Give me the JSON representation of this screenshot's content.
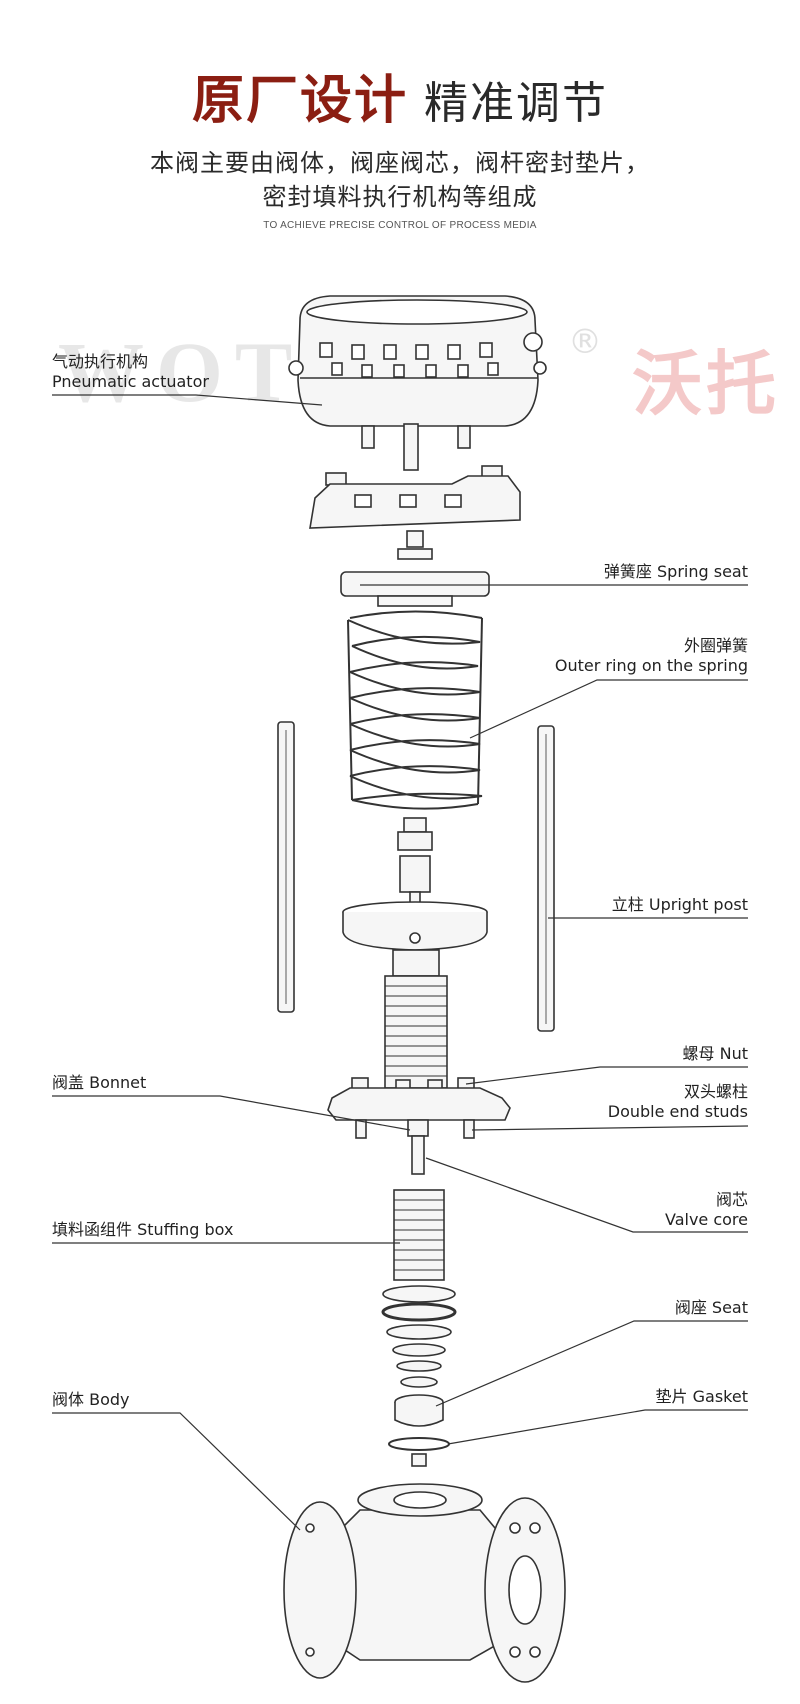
{
  "header": {
    "title_strong": "原厂设计",
    "title_light": "精准调节",
    "subtitle_line1": "本阀主要由阀体，阀座阀芯，阀杆密封垫片，",
    "subtitle_line2": "密封填料执行机构等组成",
    "tagline": "TO ACHIEVE PRECISE CONTROL OF PROCESS MEDIA"
  },
  "watermark": {
    "brand_latin": "WOTUO",
    "registered": "®",
    "brand_cn": "沃托"
  },
  "labels": {
    "pneumatic_actuator": {
      "cn": "气动执行机构",
      "en": "Pneumatic actuator"
    },
    "spring_seat": "弹簧座 Spring seat",
    "outer_ring": {
      "cn": "外圈弹簧",
      "en": "Outer ring on the spring"
    },
    "upright_post": "立柱 Upright post",
    "nut": "螺母 Nut",
    "bonnet": "阀盖 Bonnet",
    "double_end_studs": {
      "cn": "双头螺柱",
      "en": "Double end studs"
    },
    "valve_core": {
      "cn": "阀芯",
      "en": "Valve core"
    },
    "stuffing_box": "填料函组件 Stuffing box",
    "seat": "阀座 Seat",
    "body": "阀体 Body",
    "gasket": "垫片 Gasket"
  },
  "colors": {
    "title_accent": "#8b1e12",
    "text": "#222222",
    "line_art": "#333333",
    "watermark_red": "#f0b3b3"
  }
}
